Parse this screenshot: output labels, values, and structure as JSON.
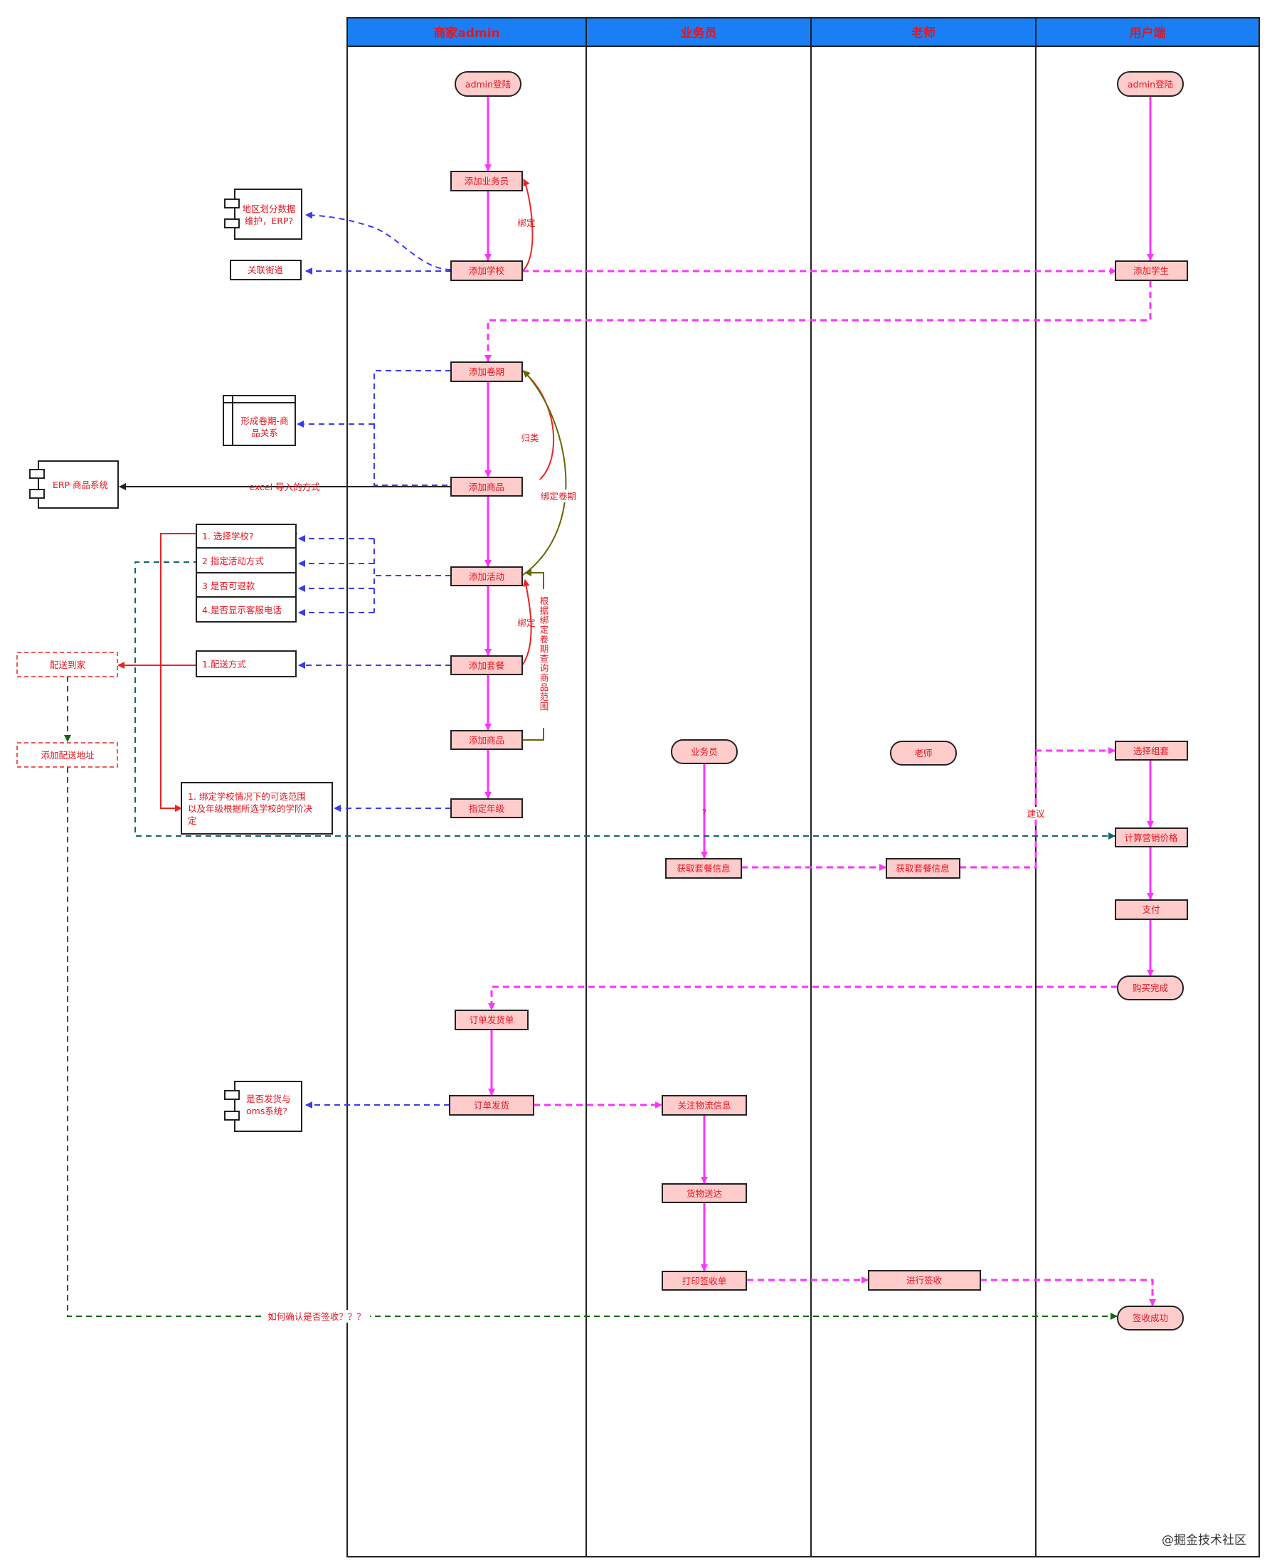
{
  "lanes": [
    "商家admin",
    "业务员",
    "老师",
    "用户端"
  ],
  "colors": {
    "header": "#1a7ff5",
    "node_fill": "#ffcccc",
    "node_stroke": "#222222",
    "text": "#e8141e",
    "magenta": "#ff33ff",
    "blue": "#3a3aee",
    "red": "#ee2222",
    "olive": "#666600",
    "dark_green": "#116611",
    "teal": "#116666"
  },
  "nodes": {
    "admin_login": "admin登陆",
    "add_salesman": "添加业务员",
    "add_school": "添加学校",
    "add_volume": "添加卷期",
    "add_goods_1": "添加商品",
    "add_activity": "添加活动",
    "add_package": "添加套餐",
    "add_goods_2": "添加商品",
    "assign_grade": "指定年级",
    "order_ship_list": "订单发货单",
    "order_ship": "订单发货",
    "salesman": "业务员",
    "get_package_info_1": "获取套餐信息",
    "track_logistics": "关注物流信息",
    "goods_delivered": "货物送达",
    "print_receipt": "打印签收单",
    "teacher": "老师",
    "get_package_info_2": "获取套餐信息",
    "do_sign": "进行签收",
    "user_login": "admin登陆",
    "add_student": "添加学生",
    "choose_package": "选择组套",
    "calc_price": "计算营销价格",
    "pay": "支付",
    "purchase_done": "购买完成",
    "sign_success": "签收成功"
  },
  "notes": {
    "region_data": [
      "地区划分数据",
      "维护，ERP?"
    ],
    "link_street": "关联街道",
    "volume_goods": [
      "形成卷期-商",
      "品关系"
    ],
    "erp": "ERP 商品系统",
    "choose_school": "1. 选择学校?",
    "activity_mode": "2 指定活动方式",
    "refundable": "3 是否可退款",
    "show_phone": "4.是否显示客服电话",
    "delivery_mode": "1.配送方式",
    "deliver_home": "配送到家",
    "add_address": "添加配送地址",
    "bind_school_range": [
      "1. 绑定学校情况下的可选范围",
      "以及年级根据所选学校的学阶决",
      "定"
    ],
    "ship_oms": [
      "是否发货与",
      "oms系统?"
    ]
  },
  "edge_labels": {
    "bind_1": "绑定",
    "classify": "归类",
    "bind_volume": "绑定卷期",
    "bind_2": "绑定",
    "query_range": "根据绑定卷期查询商品范围",
    "excel_import": "excel 导入的方式",
    "question": "?",
    "suggest": "建议",
    "confirm_sign": "如何确认是否签收？？？"
  },
  "watermark": "@掘金技术社区"
}
